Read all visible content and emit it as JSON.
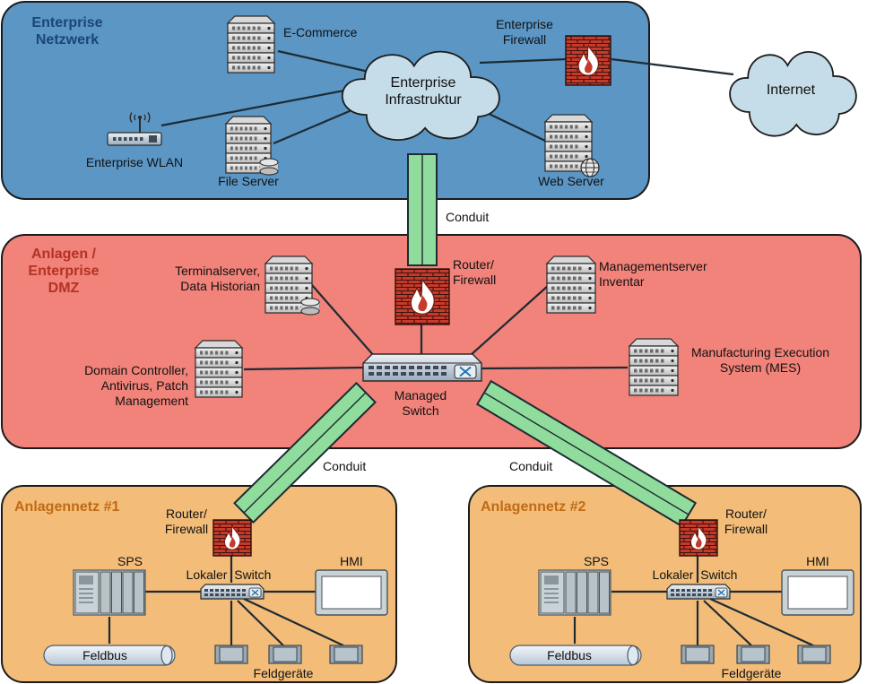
{
  "colors": {
    "enterprise_zone": "#5b96c5",
    "dmz_zone": "#f1837a",
    "plant_zone": "#f3bd79",
    "enterprise_title": "#1a4679",
    "dmz_title": "#b43223",
    "plant_title": "#c06a14",
    "conduit": "#8fdc9c",
    "firewall": "#c53a2a",
    "cloud": "#c5dce9"
  },
  "zones": {
    "enterprise": {
      "title": [
        "Enterprise",
        "Netzwerk"
      ]
    },
    "dmz": {
      "title": [
        "Anlagen /",
        "Enterprise",
        "DMZ"
      ]
    },
    "plant1": {
      "title": "Anlagennetz #1"
    },
    "plant2": {
      "title": "Anlagennetz #2"
    }
  },
  "enterprise": {
    "cloud_label": [
      "Enterprise",
      "Infrastruktur"
    ],
    "ecommerce": "E-Commerce",
    "firewall": [
      "Enterprise",
      "Firewall"
    ],
    "internet": "Internet",
    "wlan": "Enterprise WLAN",
    "file_server": "File Server",
    "web_server": "Web Server"
  },
  "dmz": {
    "router": [
      "Router/",
      "Firewall"
    ],
    "terminal": [
      "Terminalserver,",
      "Data Historian"
    ],
    "management": [
      "Managementserver",
      "Inventar"
    ],
    "domain": [
      "Domain Controller,",
      "Antivirus, Patch",
      "Management"
    ],
    "mes": [
      "Manufacturing Execution",
      "System (MES)"
    ],
    "switch": [
      "Managed",
      "Switch"
    ]
  },
  "conduits": {
    "top": "Conduit",
    "left": "Conduit",
    "right": "Conduit"
  },
  "plant": {
    "router": [
      "Router/",
      "Firewall"
    ],
    "sps": "SPS",
    "switch": "Lokaler  Switch",
    "hmi": "HMI",
    "feldbus": "Feldbus",
    "feldgeraete": "Feldgeräte"
  }
}
